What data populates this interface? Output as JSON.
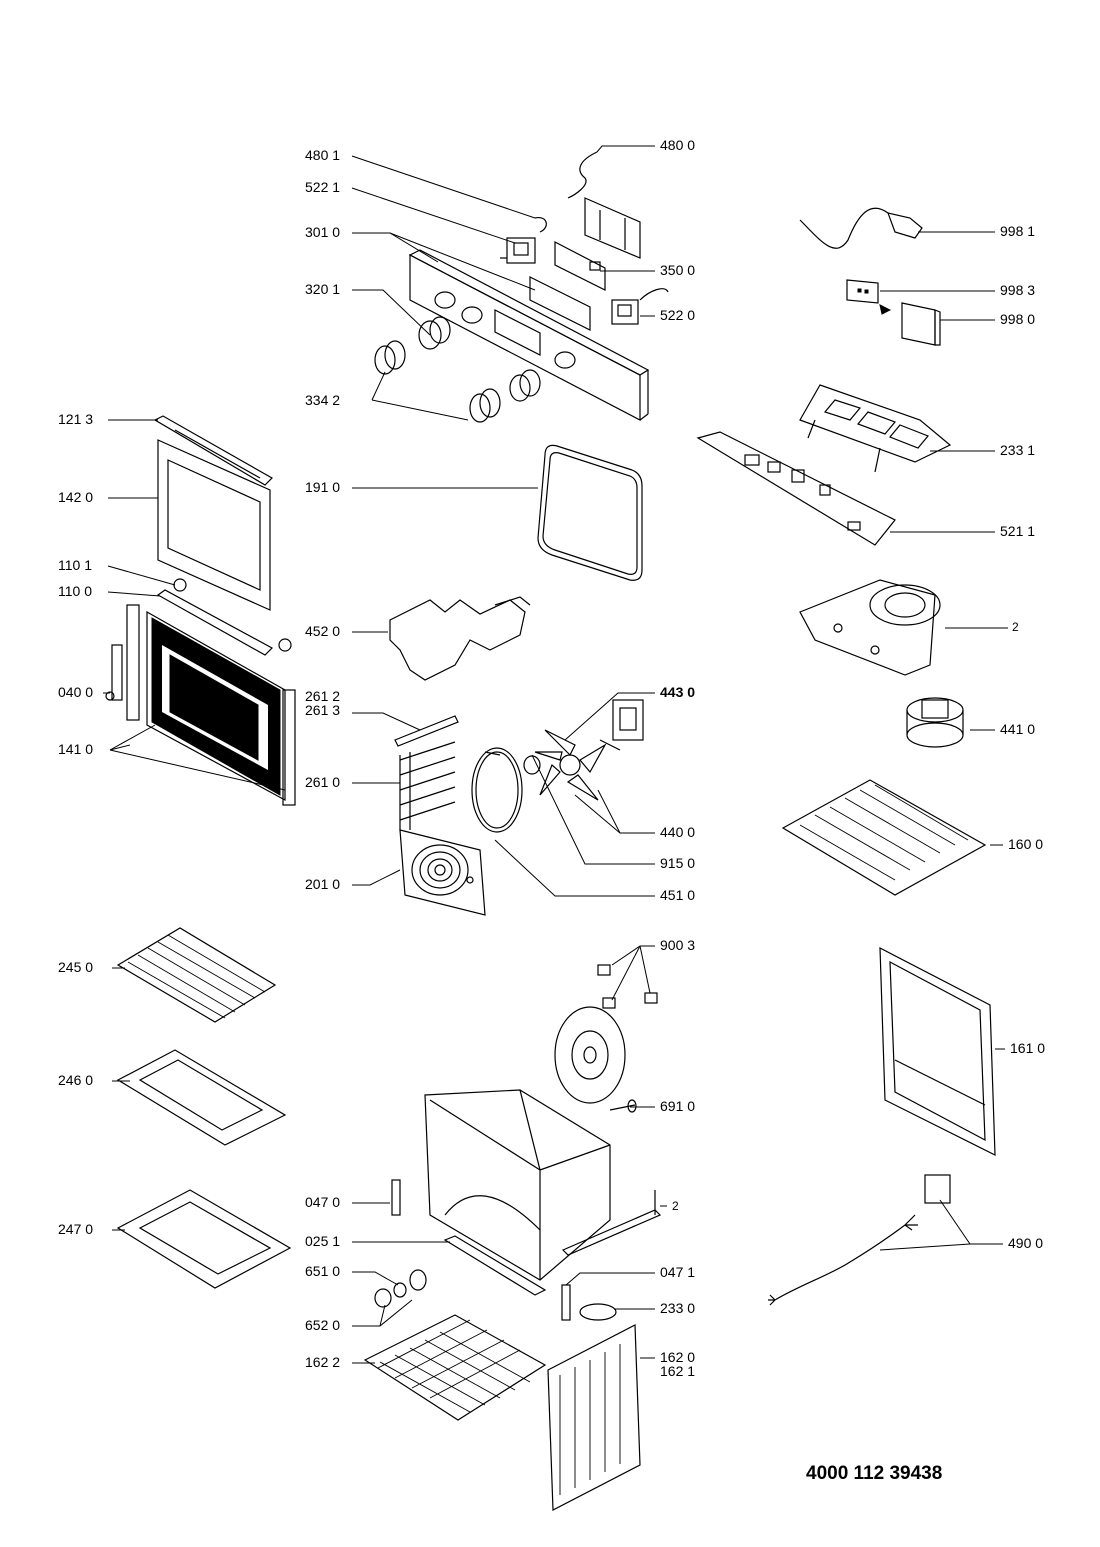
{
  "document_number": "4000 112 39438",
  "parts": [
    {
      "id": "p4801",
      "label": "480 1"
    },
    {
      "id": "p4800",
      "label": "480 0"
    },
    {
      "id": "p5221",
      "label": "522 1"
    },
    {
      "id": "p3010",
      "label": "301 0"
    },
    {
      "id": "p3500",
      "label": "350 0"
    },
    {
      "id": "p3201",
      "label": "320 1"
    },
    {
      "id": "p5220",
      "label": "522 0"
    },
    {
      "id": "p3342",
      "label": "334 2"
    },
    {
      "id": "p9981",
      "label": "998 1"
    },
    {
      "id": "p9983",
      "label": "998 3"
    },
    {
      "id": "p9980",
      "label": "998 0"
    },
    {
      "id": "p2331",
      "label": "233 1"
    },
    {
      "id": "p5211",
      "label": "521 1"
    },
    {
      "id": "p1213",
      "label": "121 3"
    },
    {
      "id": "p1420",
      "label": "142 0"
    },
    {
      "id": "p1910",
      "label": "191 0"
    },
    {
      "id": "p1101",
      "label": "110 1"
    },
    {
      "id": "p1100",
      "label": "110 0"
    },
    {
      "id": "p4520",
      "label": "452 0"
    },
    {
      "id": "p2",
      "label": "2"
    },
    {
      "id": "p0400",
      "label": "040 0"
    },
    {
      "id": "p2612",
      "label": "261 2"
    },
    {
      "id": "p2613",
      "label": "261 3"
    },
    {
      "id": "p4430",
      "label": "443 0"
    },
    {
      "id": "p4410",
      "label": "441 0"
    },
    {
      "id": "p1410",
      "label": "141 0"
    },
    {
      "id": "p2610",
      "label": "261 0"
    },
    {
      "id": "p4400",
      "label": "440 0"
    },
    {
      "id": "p1600",
      "label": "160 0"
    },
    {
      "id": "p9150",
      "label": "915 0"
    },
    {
      "id": "p2010",
      "label": "201 0"
    },
    {
      "id": "p4510",
      "label": "451 0"
    },
    {
      "id": "p9003",
      "label": "900 3"
    },
    {
      "id": "p2450",
      "label": "245 0"
    },
    {
      "id": "p1610",
      "label": "161 0"
    },
    {
      "id": "p2460",
      "label": "246 0"
    },
    {
      "id": "p6910",
      "label": "691 0"
    },
    {
      "id": "p0470",
      "label": "047 0"
    },
    {
      "id": "p2b",
      "label": "2"
    },
    {
      "id": "p2470",
      "label": "247 0"
    },
    {
      "id": "p0251",
      "label": "025 1"
    },
    {
      "id": "p4900",
      "label": "490 0"
    },
    {
      "id": "p6510",
      "label": "651 0"
    },
    {
      "id": "p0471",
      "label": "047 1"
    },
    {
      "id": "p2330",
      "label": "233 0"
    },
    {
      "id": "p6520",
      "label": "652 0"
    },
    {
      "id": "p1622",
      "label": "162 2"
    },
    {
      "id": "p1620",
      "label": "162 0"
    },
    {
      "id": "p1621",
      "label": "162 1"
    }
  ]
}
